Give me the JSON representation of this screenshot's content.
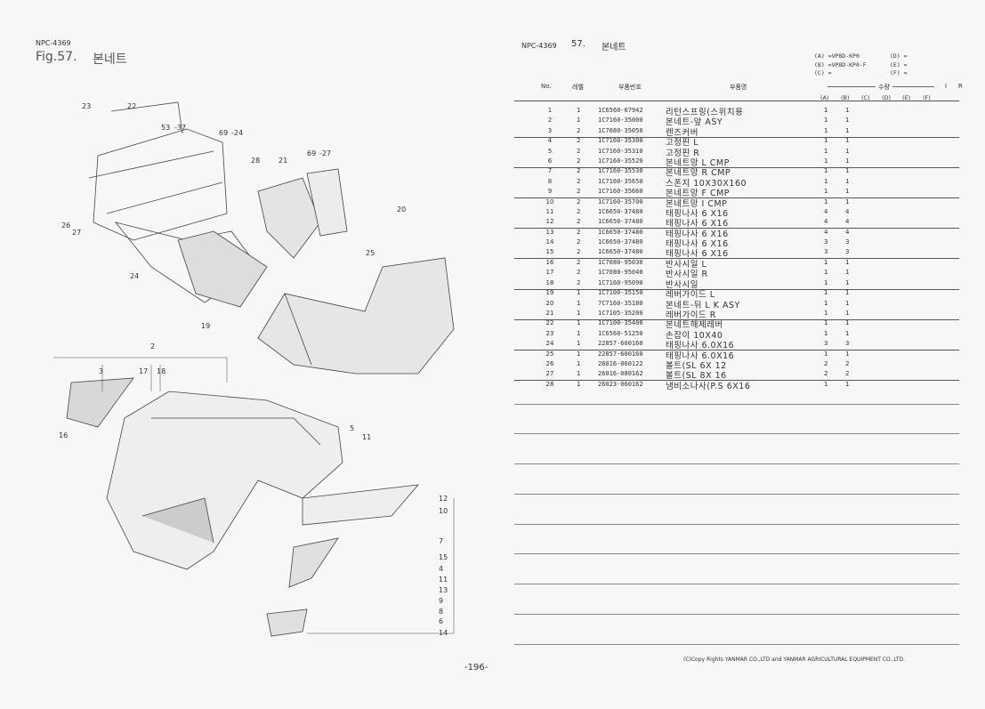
{
  "left_page": {
    "doc_code": "NPC-4369",
    "figure_title": "Fig.57.",
    "figure_name": "본네트",
    "page_number": "-196-",
    "callouts": [
      "23",
      "22",
      "53",
      "-37",
      "69",
      "-24",
      "28",
      "21",
      "69",
      "-27",
      "20",
      "25",
      "26",
      "27",
      "24",
      "19",
      "2",
      "3",
      "17",
      "18",
      "16",
      "5",
      "11",
      "12",
      "10",
      "7",
      "15",
      "4",
      "11",
      "13",
      "9",
      "8",
      "6",
      "14"
    ]
  },
  "right_page": {
    "doc_code": "NPC-4369",
    "section_no": "57.",
    "section_name": "본네트",
    "models": {
      "A": "(A) =VP8D-KP0",
      "B": "(B) =VP8D-KP0-F",
      "C": "(C) =",
      "D": "(D) =",
      "E": "(E) =",
      "F": "(F) ="
    },
    "headers": {
      "no": "No.",
      "level": "레벨",
      "part_no": "부품번호",
      "part_name": "부품명",
      "qty": "수량",
      "i": "I",
      "r": "R",
      "cols": [
        "(A)",
        "(B)",
        "(C)",
        "(D)",
        "(E)",
        "(F)"
      ]
    },
    "rows": [
      [
        "1",
        "1",
        "1C6560-07942",
        "리턴스프링(스위치용",
        "1",
        "1"
      ],
      [
        "2",
        "1",
        "1C7160-35000",
        "본네트-앞 ASY",
        "1",
        "1"
      ],
      [
        "3",
        "2",
        "1C7080-35050",
        "렌즈커버",
        "1",
        "1"
      ],
      [
        "4",
        "2",
        "1C7160-35300",
        "고정핀 L",
        "1",
        "1"
      ],
      [
        "5",
        "2",
        "1C7160-35310",
        "고정핀 R",
        "1",
        "1"
      ],
      [
        "6",
        "2",
        "1C7160-35520",
        "본네트망 L CMP",
        "1",
        "1"
      ],
      [
        "7",
        "2",
        "1C7160-35530",
        "본네트망 R CMP",
        "1",
        "1"
      ],
      [
        "8",
        "2",
        "1C7160-35650",
        "스폰지 10X30X160",
        "1",
        "1"
      ],
      [
        "9",
        "2",
        "1C7160-35660",
        "본네트망 F CMP",
        "1",
        "1"
      ],
      [
        "10",
        "2",
        "1C7160-35700",
        "본네트망 I CMP",
        "1",
        "1"
      ],
      [
        "11",
        "2",
        "1C6650-37480",
        "태핑나사 6  X16",
        "4",
        "4"
      ],
      [
        "12",
        "2",
        "1C6650-37480",
        "태핑나사 6  X16",
        "4",
        "4"
      ],
      [
        "13",
        "2",
        "1C6650-37480",
        "태핑나사 6  X16",
        "4",
        "4"
      ],
      [
        "14",
        "2",
        "1C6650-37480",
        "태핑나사 6  X16",
        "3",
        "3"
      ],
      [
        "15",
        "2",
        "1C6650-37480",
        "태핑나사 6  X16",
        "3",
        "3"
      ],
      [
        "16",
        "2",
        "1C7080-95030",
        "반사시일 L",
        "1",
        "1"
      ],
      [
        "17",
        "2",
        "1C7080-95040",
        "반사시일 R",
        "1",
        "1"
      ],
      [
        "18",
        "2",
        "1C7160-95090",
        "반사시일",
        "1",
        "1"
      ],
      [
        "19",
        "1",
        "1C7100-35150",
        "레버가이드 L",
        "1",
        "1"
      ],
      [
        "20",
        "1",
        "7C7160-35180",
        "본네트-뒤 L K ASY",
        "1",
        "1"
      ],
      [
        "21",
        "1",
        "1C7105-35200",
        "레버가이드 R",
        "1",
        "1"
      ],
      [
        "22",
        "1",
        "1C7100-35400",
        "본네트해제레버",
        "1",
        "1"
      ],
      [
        "23",
        "1",
        "1C6560-51250",
        "손잡이 10X40",
        "1",
        "1"
      ],
      [
        "24",
        "1",
        "22857-600160",
        "태핑나사 6.0X16",
        "3",
        "3"
      ],
      [
        "25",
        "1",
        "22857-600160",
        "태핑나사 6.0X16",
        "1",
        "1"
      ],
      [
        "26",
        "1",
        "26016-060122",
        "볼트(SL  6X 12",
        "2",
        "2"
      ],
      [
        "27",
        "1",
        "26016-080162",
        "볼트(SL  8X 16",
        "2",
        "2"
      ],
      [
        "28",
        "1",
        "26023-060162",
        "냄비소나사(P.S 6X16",
        "1",
        "1"
      ]
    ],
    "copyright": "(C)Copy Rights  YANMAR CO.,LTD and YANMAR AGRICULTURAL EQUIPMENT CO.,LTD."
  }
}
